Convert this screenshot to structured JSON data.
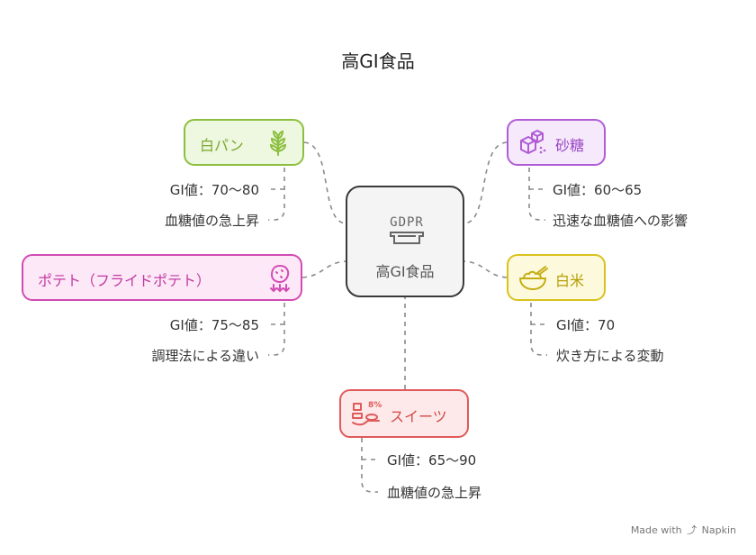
{
  "title": "高GI食品",
  "center": {
    "label": "高GI食品",
    "icon": "gdpr-stamp-icon"
  },
  "nodes": {
    "white_bread": {
      "label": "白パン",
      "icon": "wheat-icon",
      "color": "#8cbf3f",
      "bg": "#eef7e0",
      "notes": [
        "GI値：70〜80",
        "血糖値の急上昇"
      ]
    },
    "sugar": {
      "label": "砂糖",
      "icon": "sugar-cubes-icon",
      "color": "#b05cd6",
      "bg": "#f5e9fb",
      "notes": [
        "GI値：60〜65",
        "迅速な血糖値への影響"
      ]
    },
    "fries": {
      "label": "ポテト（フライドポテト）",
      "icon": "potato-icon",
      "color": "#d24bb4",
      "bg": "#fce8f6",
      "notes": [
        "GI値：75〜85",
        "調理法による違い"
      ]
    },
    "rice": {
      "label": "白米",
      "icon": "rice-bowl-icon",
      "color": "#d9c21c",
      "bg": "#fdf9dd",
      "notes": [
        "GI値：70",
        "炊き方による変動"
      ]
    },
    "sweets": {
      "label": "スイーツ",
      "icon": "cake-percent-icon",
      "color": "#e05a5a",
      "bg": "#fde9e9",
      "notes": [
        "GI値：65〜90",
        "血糖値の急上昇"
      ]
    }
  },
  "footer": {
    "made_with": "Made with",
    "brand": "Napkin"
  }
}
